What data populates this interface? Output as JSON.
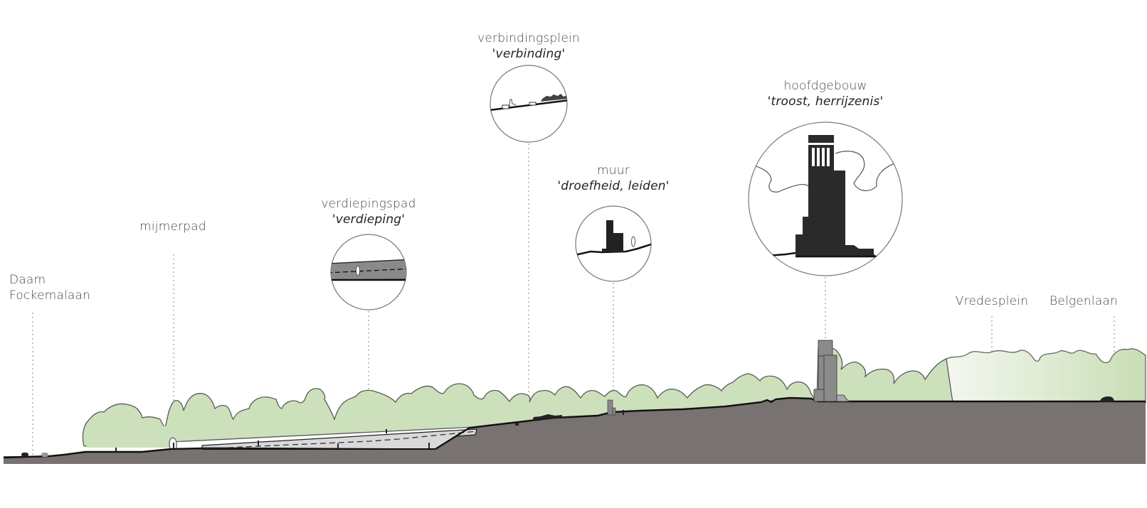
{
  "diagram": {
    "type": "landscape-section",
    "colors": {
      "ground": "#787370",
      "trees": "#cce0bb",
      "tree_outline": "#555555",
      "ground_line": "#111111",
      "building": "#8a8a8a",
      "building_dark": "#3a3a3a",
      "path_fill": "#d9d9d9",
      "leader_line": "#999999",
      "label_text": "#444444"
    },
    "labels": {
      "daam": {
        "name_line1": "Daam",
        "name_line2": "Fockemalaan"
      },
      "mijmerpad": {
        "name": "mijmerpad"
      },
      "verdiepingspad": {
        "name": "verdiepingspad",
        "theme": "'verdieping'"
      },
      "verbindingsplein": {
        "name": "verbindingsplein",
        "theme": "'verbinding'"
      },
      "muur": {
        "name": "muur",
        "theme": "'droefheid, leiden'"
      },
      "hoofdgebouw": {
        "name": "hoofdgebouw",
        "theme": "'troost, herrijzenis'"
      },
      "vredesplein": {
        "name": "Vredesplein"
      },
      "belgenlaan": {
        "name": "Belgenlaan"
      }
    },
    "detail_circles": [
      {
        "id": "verdiepingspad",
        "depicts": "sloped path with figure"
      },
      {
        "id": "verbindingsplein",
        "depicts": "plaza with bench and seated figure"
      },
      {
        "id": "muur",
        "depicts": "wall with standing figure"
      },
      {
        "id": "hoofdgebouw",
        "depicts": "main tower building"
      }
    ]
  }
}
